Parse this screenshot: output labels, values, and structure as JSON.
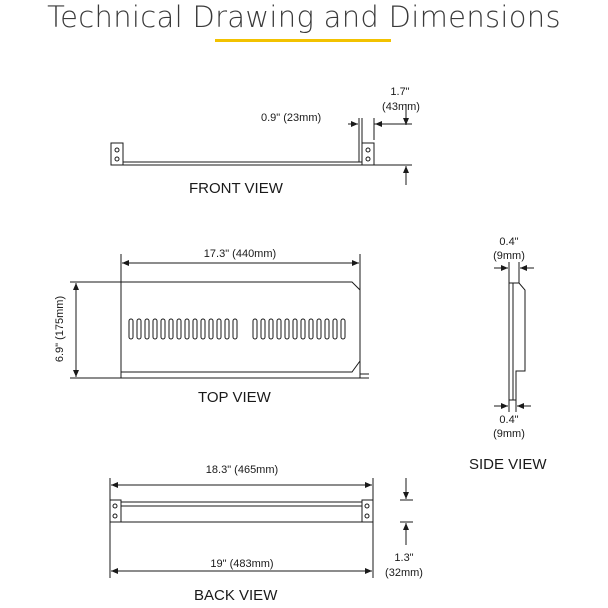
{
  "title": "Technical Drawing and Dimensions",
  "accent_color": "#f2c200",
  "line_color": "#1a1a1a",
  "views": {
    "front": {
      "label": "FRONT VIEW",
      "dims": {
        "flange": "0.9\" (23mm)",
        "height_in": "1.7\"",
        "height_mm": "(43mm)"
      }
    },
    "top": {
      "label": "TOP VIEW",
      "dims": {
        "width": "17.3\" (440mm)",
        "depth": "6.9\" (175mm)"
      }
    },
    "side": {
      "label": "SIDE VIEW",
      "dims": {
        "top_in": "0.4\"",
        "top_mm": "(9mm)",
        "bottom_in": "0.4\"",
        "bottom_mm": "(9mm)"
      }
    },
    "back": {
      "label": "BACK VIEW",
      "dims": {
        "inner": "18.3\" (465mm)",
        "overall": "19\" (483mm)",
        "height_in": "1.3\"",
        "height_mm": "(32mm)"
      }
    }
  }
}
